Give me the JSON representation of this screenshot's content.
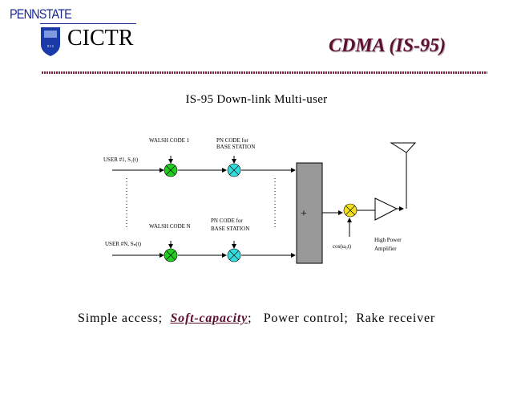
{
  "header": {
    "university": "PENNSTATE",
    "center": "CICTR",
    "title": "CDMA (IS-95)"
  },
  "slide": {
    "subtitle": "IS-95 Down-link Multi-user",
    "diagram": {
      "user1_label": "USER #1, S₁(t)",
      "userN_label": "USER #N, Sₙ(t)",
      "walsh1_label": "WALSH CODE 1",
      "walshN_label": "WALSH CODE N",
      "pn1_line1": "PN CODE for",
      "pn1_line2": "BASE STATION",
      "pnN_line1": "PN CODE for",
      "pnN_line2": "BASE STATION",
      "summer_symbol": "+",
      "carrier_label": "cos(ω₀t)",
      "amp_line1": "High Power",
      "amp_line2": "Amplifier"
    },
    "features": {
      "item1": "Simple access;",
      "item2": "Soft-capacity",
      "sep2": ";",
      "item3": "Power control;",
      "item4": "Rake receiver"
    }
  },
  "colors": {
    "title": "#5c0f2e",
    "walsh_mixer": "#22cc22",
    "pn_mixer": "#33dddd",
    "carrier_mixer": "#f0e020",
    "summer": "#999999"
  }
}
